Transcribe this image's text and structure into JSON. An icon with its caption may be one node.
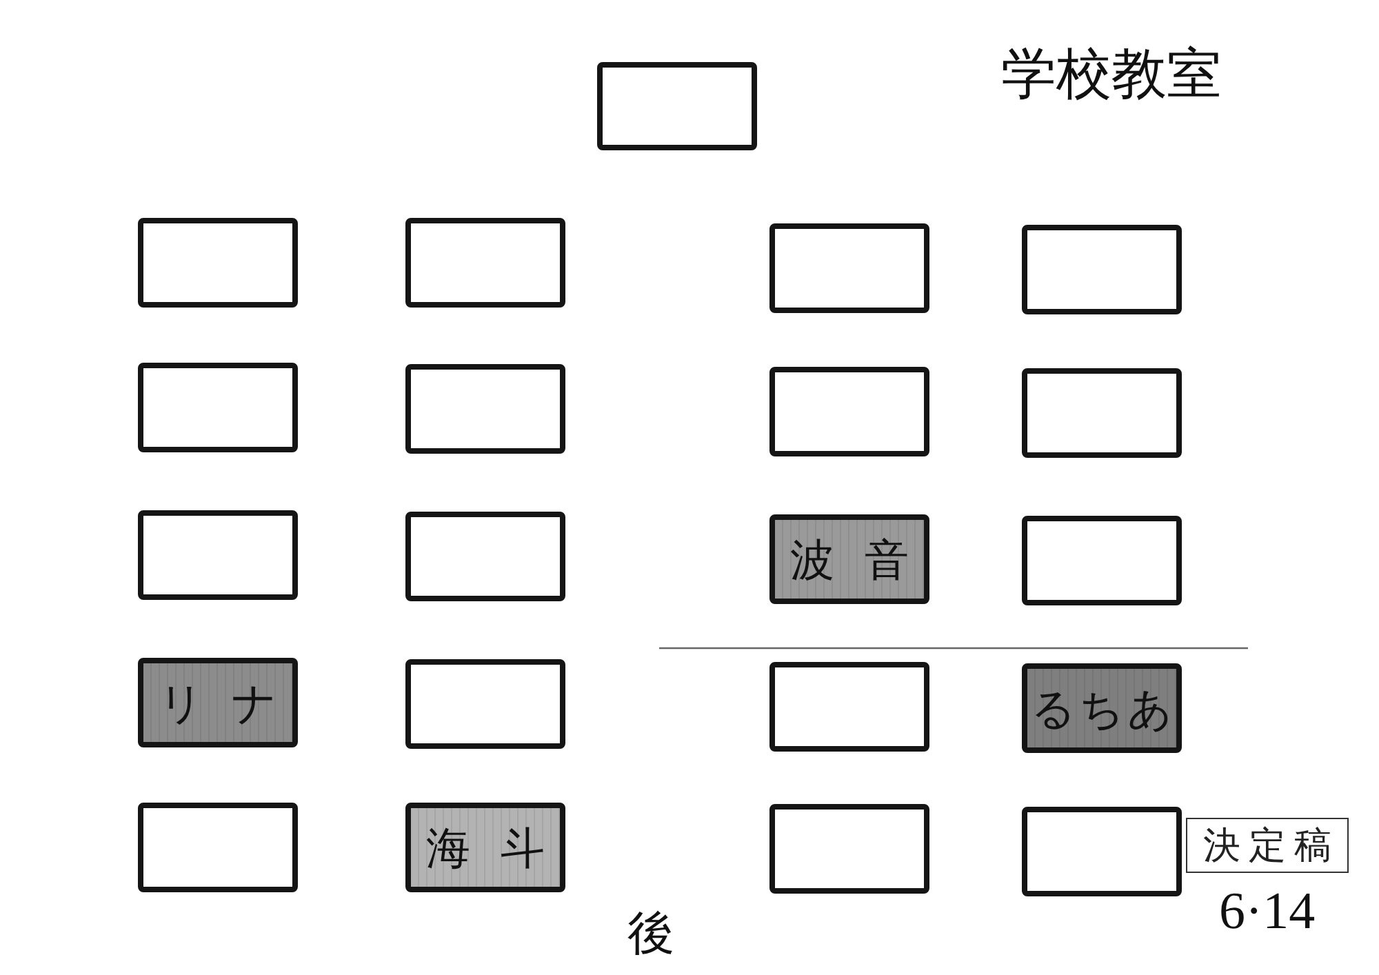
{
  "diagram": {
    "title": "学校教室",
    "nodes": [
      {
        "text": [],
        "shape": "box"
      },
      {
        "text": [],
        "shape": "box"
      },
      {
        "text": [],
        "shape": "box"
      },
      {
        "text": [],
        "shape": "box"
      },
      {
        "text": [],
        "shape": "box"
      },
      {
        "text": [],
        "shape": "box"
      },
      {
        "text": [],
        "shape": "box"
      },
      {
        "text": [],
        "shape": "box"
      },
      {
        "text": [],
        "shape": "box"
      },
      {
        "text": [],
        "shape": "box"
      },
      {
        "text": [],
        "shape": "box"
      },
      {
        "text": [
          "波音"
        ]
      },
      {
        "text": [],
        "shape": "box"
      },
      {
        "text": [
          "リナ"
        ]
      },
      {
        "text": [],
        "shape": "box"
      },
      {
        "text": [],
        "shape": "box"
      },
      {
        "text": [
          "るちあ"
        ]
      },
      {
        "text": [],
        "shape": "box"
      },
      {
        "text": [
          "海斗"
        ]
      },
      {
        "text": [],
        "shape": "box"
      },
      {
        "text": [],
        "shape": "box"
      },
      {
        "text": [
          "決定稿"
        ]
      }
    ],
    "labels": [
      "6·14",
      "後"
    ]
  }
}
